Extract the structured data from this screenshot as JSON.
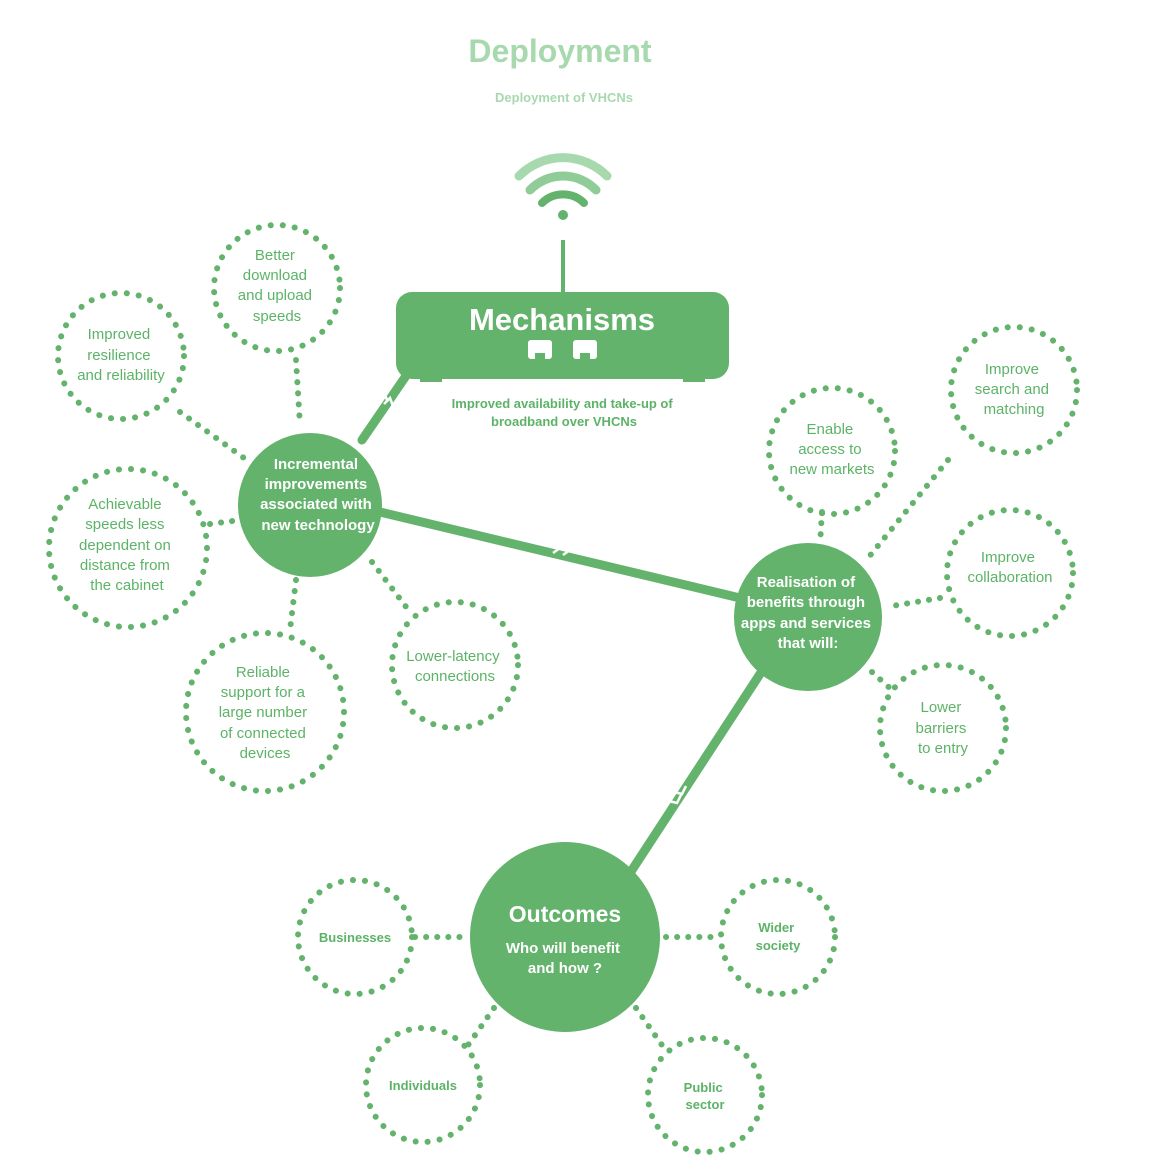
{
  "title": "Deployment",
  "subtitle": "Deployment of VHCNs",
  "colors": {
    "primary": "#64b36d",
    "title": "#a8d9ae",
    "text": "#5cb367",
    "hub_text": "#ffffff"
  },
  "mechanisms": {
    "label": "Mechanisms",
    "caption": [
      "Improved availability and take-up of",
      "broadband over VHCNs"
    ],
    "icons": [
      "wifi-icon",
      "router-port-icon"
    ]
  },
  "incremental": {
    "label": [
      "Incremental",
      "improvements",
      "associated with",
      "new technology"
    ],
    "bubbles": [
      {
        "id": "better-speeds",
        "lines": [
          "Better",
          "download",
          "and upload",
          "speeds"
        ]
      },
      {
        "id": "resilience",
        "lines": [
          "Improved",
          "resilience",
          "and reliability"
        ]
      },
      {
        "id": "achievable-speeds",
        "lines": [
          "Achievable",
          "speeds less",
          "dependent on",
          "distance from",
          "the cabinet"
        ]
      },
      {
        "id": "connected-devices",
        "lines": [
          "Reliable",
          "support for a",
          "large number",
          "of connected",
          "devices"
        ]
      },
      {
        "id": "lower-latency",
        "lines": [
          "Lower-latency",
          "connections"
        ]
      }
    ]
  },
  "realisation": {
    "label": [
      "Realisation of",
      "benefits through",
      "apps and services",
      "that will:"
    ],
    "bubbles": [
      {
        "id": "new-markets",
        "lines": [
          "Enable",
          "access to",
          "new markets"
        ]
      },
      {
        "id": "search-matching",
        "lines": [
          "Improve",
          "search and",
          "matching"
        ]
      },
      {
        "id": "collaboration",
        "lines": [
          "Improve",
          "collaboration"
        ]
      },
      {
        "id": "barriers",
        "lines": [
          "Lower",
          "barriers",
          "to entry"
        ]
      }
    ]
  },
  "outcomes": {
    "label": "Outcomes",
    "sub": [
      "Who will benefit",
      "and how ?"
    ],
    "bubbles": [
      {
        "id": "businesses",
        "lines": [
          "Businesses"
        ]
      },
      {
        "id": "wider-society",
        "lines": [
          "Wider",
          "society"
        ]
      },
      {
        "id": "individuals",
        "lines": [
          "Individuals"
        ]
      },
      {
        "id": "public-sector",
        "lines": [
          "Public",
          "sector"
        ]
      }
    ]
  }
}
